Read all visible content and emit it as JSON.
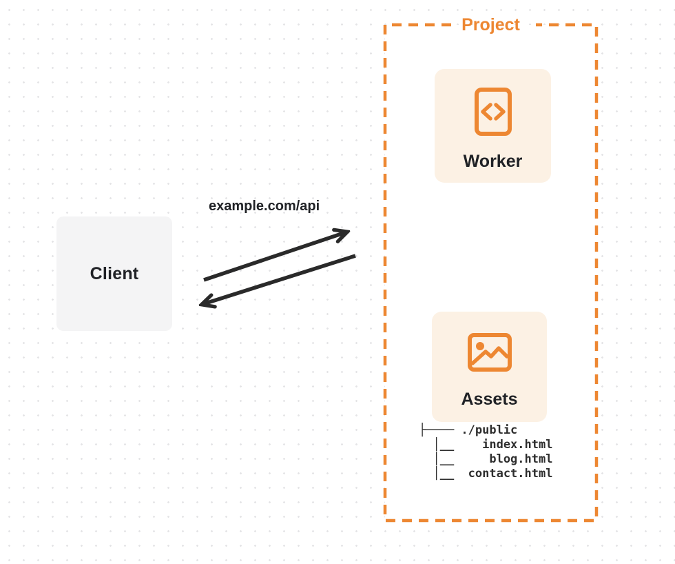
{
  "diagram": {
    "client": {
      "label": "Client"
    },
    "request_label": "example.com/api",
    "project": {
      "label": "Project",
      "worker": {
        "label": "Worker",
        "icon": "code-document-icon"
      },
      "assets": {
        "label": "Assets",
        "icon": "image-icon"
      },
      "file_tree": {
        "lines": [
          "├──── ./public",
          "  │__    index.html",
          "  │__     blog.html",
          "  │__  contact.html"
        ]
      }
    },
    "colors": {
      "accent_orange": "#ed8732",
      "card_cream": "#fcf1e4",
      "client_gray": "#f4f4f5",
      "ink": "#2a2a2a",
      "dot_grid": "#e4e4e6"
    }
  }
}
